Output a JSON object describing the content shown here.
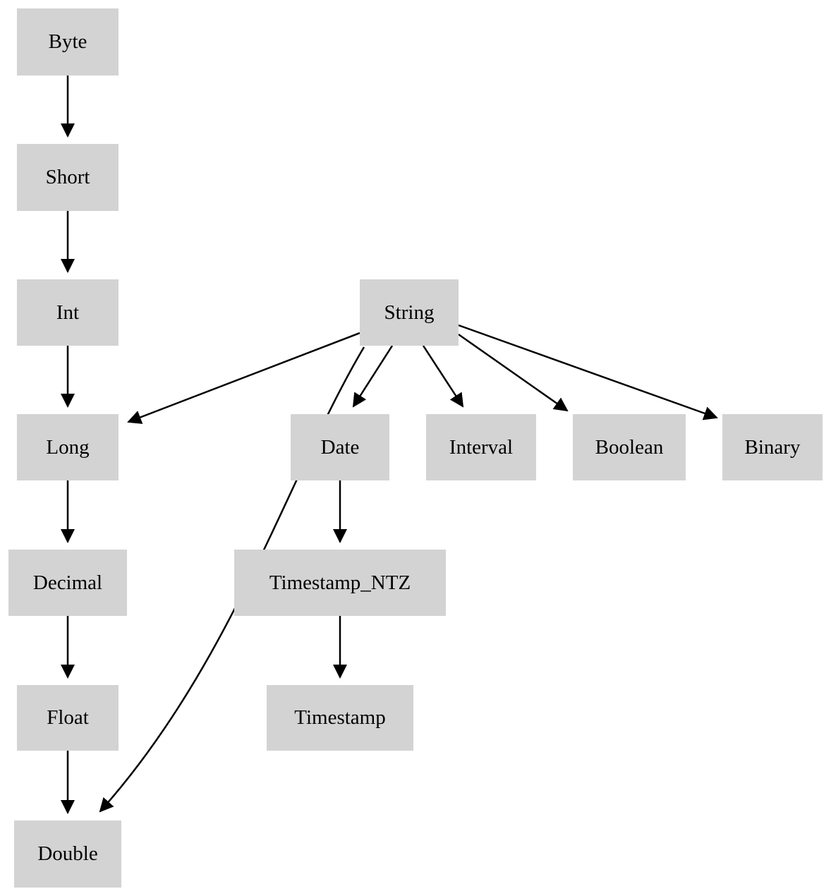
{
  "diagram": {
    "type": "directed-graph",
    "description": "Type promotion hierarchy diagram",
    "colors": {
      "background": "#ffffff",
      "node_fill": "#d3d3d3",
      "node_text": "#000000",
      "arrow": "#000000"
    }
  },
  "nodes": {
    "byte": {
      "label": "Byte"
    },
    "short": {
      "label": "Short"
    },
    "int": {
      "label": "Int"
    },
    "long": {
      "label": "Long"
    },
    "decimal": {
      "label": "Decimal"
    },
    "float": {
      "label": "Float"
    },
    "double": {
      "label": "Double"
    },
    "string": {
      "label": "String"
    },
    "date": {
      "label": "Date"
    },
    "interval": {
      "label": "Interval"
    },
    "boolean": {
      "label": "Boolean"
    },
    "binary": {
      "label": "Binary"
    },
    "timestamp_ntz": {
      "label": "Timestamp_NTZ"
    },
    "timestamp": {
      "label": "Timestamp"
    }
  },
  "edges": [
    {
      "from": "Byte",
      "to": "Short"
    },
    {
      "from": "Short",
      "to": "Int"
    },
    {
      "from": "Int",
      "to": "Long"
    },
    {
      "from": "Long",
      "to": "Decimal"
    },
    {
      "from": "Decimal",
      "to": "Float"
    },
    {
      "from": "Float",
      "to": "Double"
    },
    {
      "from": "String",
      "to": "Long"
    },
    {
      "from": "String",
      "to": "Double"
    },
    {
      "from": "String",
      "to": "Date"
    },
    {
      "from": "String",
      "to": "Interval"
    },
    {
      "from": "String",
      "to": "Boolean"
    },
    {
      "from": "String",
      "to": "Binary"
    },
    {
      "from": "Date",
      "to": "Timestamp_NTZ"
    },
    {
      "from": "Timestamp_NTZ",
      "to": "Timestamp"
    }
  ]
}
